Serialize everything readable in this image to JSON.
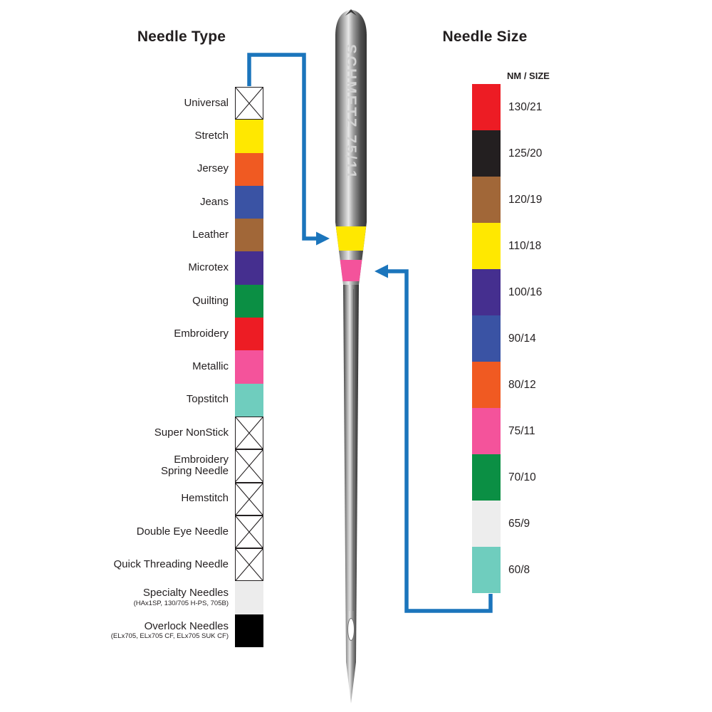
{
  "left": {
    "title": "Needle Type",
    "rows": [
      {
        "label": "Universal",
        "swatch": "cross"
      },
      {
        "label": "Stretch",
        "swatch": "#ffe800"
      },
      {
        "label": "Jersey",
        "swatch": "#f05a22"
      },
      {
        "label": "Jeans",
        "swatch": "#3a53a4"
      },
      {
        "label": "Leather",
        "swatch": "#a16738"
      },
      {
        "label": "Microtex",
        "swatch": "#452f8f"
      },
      {
        "label": "Quilting",
        "swatch": "#0b8f44"
      },
      {
        "label": "Embroidery",
        "swatch": "#ed1c24"
      },
      {
        "label": "Metallic",
        "swatch": "#f4539b"
      },
      {
        "label": "Topstitch",
        "swatch": "#6fcdbe"
      },
      {
        "label": "Super NonStick",
        "swatch": "cross"
      },
      {
        "label": "Embroidery Spring Needle",
        "lines": [
          "Embroidery",
          "Spring Needle"
        ],
        "swatch": "cross"
      },
      {
        "label": "Hemstitch",
        "swatch": "cross"
      },
      {
        "label": "Double Eye Needle",
        "swatch": "cross"
      },
      {
        "label": "Quick Threading Needle",
        "swatch": "cross"
      },
      {
        "label": "Specialty Needles",
        "sublabel": "(HAx1SP, 130/705 H-PS, 705B)",
        "swatch": "#ececec"
      },
      {
        "label": "Overlock Needles",
        "sublabel": "(ELx705, ELx705 CF, ELx705 SUK CF)",
        "swatch": "#000000"
      }
    ]
  },
  "right": {
    "title": "Needle Size",
    "column_header": "NM / SIZE",
    "rows": [
      {
        "label": "130/21",
        "swatch": "#ed1c24"
      },
      {
        "label": "125/20",
        "swatch": "#231f20"
      },
      {
        "label": "120/19",
        "swatch": "#a16738"
      },
      {
        "label": "110/18",
        "swatch": "#ffe800"
      },
      {
        "label": "100/16",
        "swatch": "#452f8f"
      },
      {
        "label": "90/14",
        "swatch": "#3a53a4"
      },
      {
        "label": "80/12",
        "swatch": "#f05a22"
      },
      {
        "label": "75/11",
        "swatch": "#f4539b"
      },
      {
        "label": "70/10",
        "swatch": "#0b8f44"
      },
      {
        "label": "65/9",
        "swatch": "#ededed"
      },
      {
        "label": "60/8",
        "swatch": "#6fcdbe"
      }
    ]
  },
  "needle": {
    "imprint": "SCHMETZ 75/11",
    "band_top_color": "#ffe800",
    "band_bottom_color": "#f4539b"
  },
  "connectors": {
    "color": "#1b75bc"
  }
}
